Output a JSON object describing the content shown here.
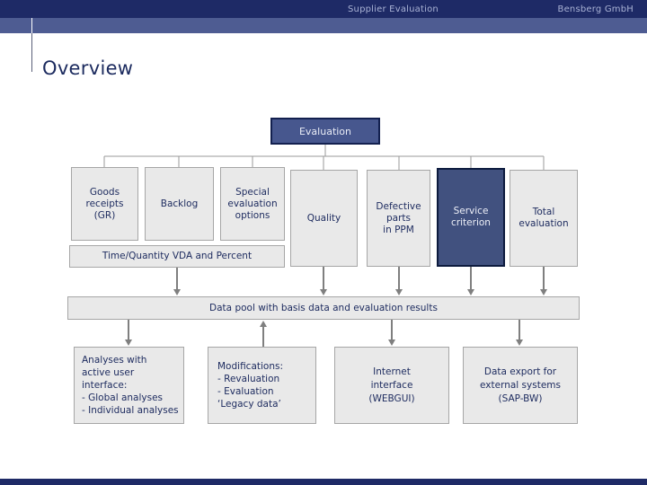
{
  "header": {
    "title": "Supplier Evaluation",
    "company": "Bensberg GmbH"
  },
  "page_title": "Overview",
  "colors": {
    "navy_bar": "#1e2a66",
    "slate_stripe": "#4e5c92",
    "dark_box_fill": "#41517f",
    "grey_box_fill": "#e9e9e9",
    "box_border_grey": "#a6a6a6",
    "text_navy": "#1c2a5e",
    "line_grey": "#9a9a9a",
    "arrow_grey": "#7f7f7f"
  },
  "diagram": {
    "root": "Evaluation",
    "criteria": [
      {
        "label": "Goods\nreceipts\n(GR)"
      },
      {
        "label": "Backlog"
      },
      {
        "label": "Special\nevaluation\noptions"
      },
      {
        "label": "Quality"
      },
      {
        "label": "Defective\nparts\nin PPM"
      },
      {
        "label": "Service\ncriterion"
      },
      {
        "label": "Total\nevaluation"
      }
    ],
    "method_note": "Time/Quantity VDA and Percent",
    "data_pool": "Data pool with basis data and evaluation results",
    "outputs": [
      {
        "label": "Analyses with\nactive user interface:\n- Global analyses\n- Individual analyses"
      },
      {
        "label": "Modifications:\n- Revaluation\n- Evaluation\n ‘Legacy data’"
      },
      {
        "label": "Internet\ninterface\n(WEBGUI)"
      },
      {
        "label": "Data export for\nexternal systems\n(SAP-BW)"
      }
    ]
  }
}
